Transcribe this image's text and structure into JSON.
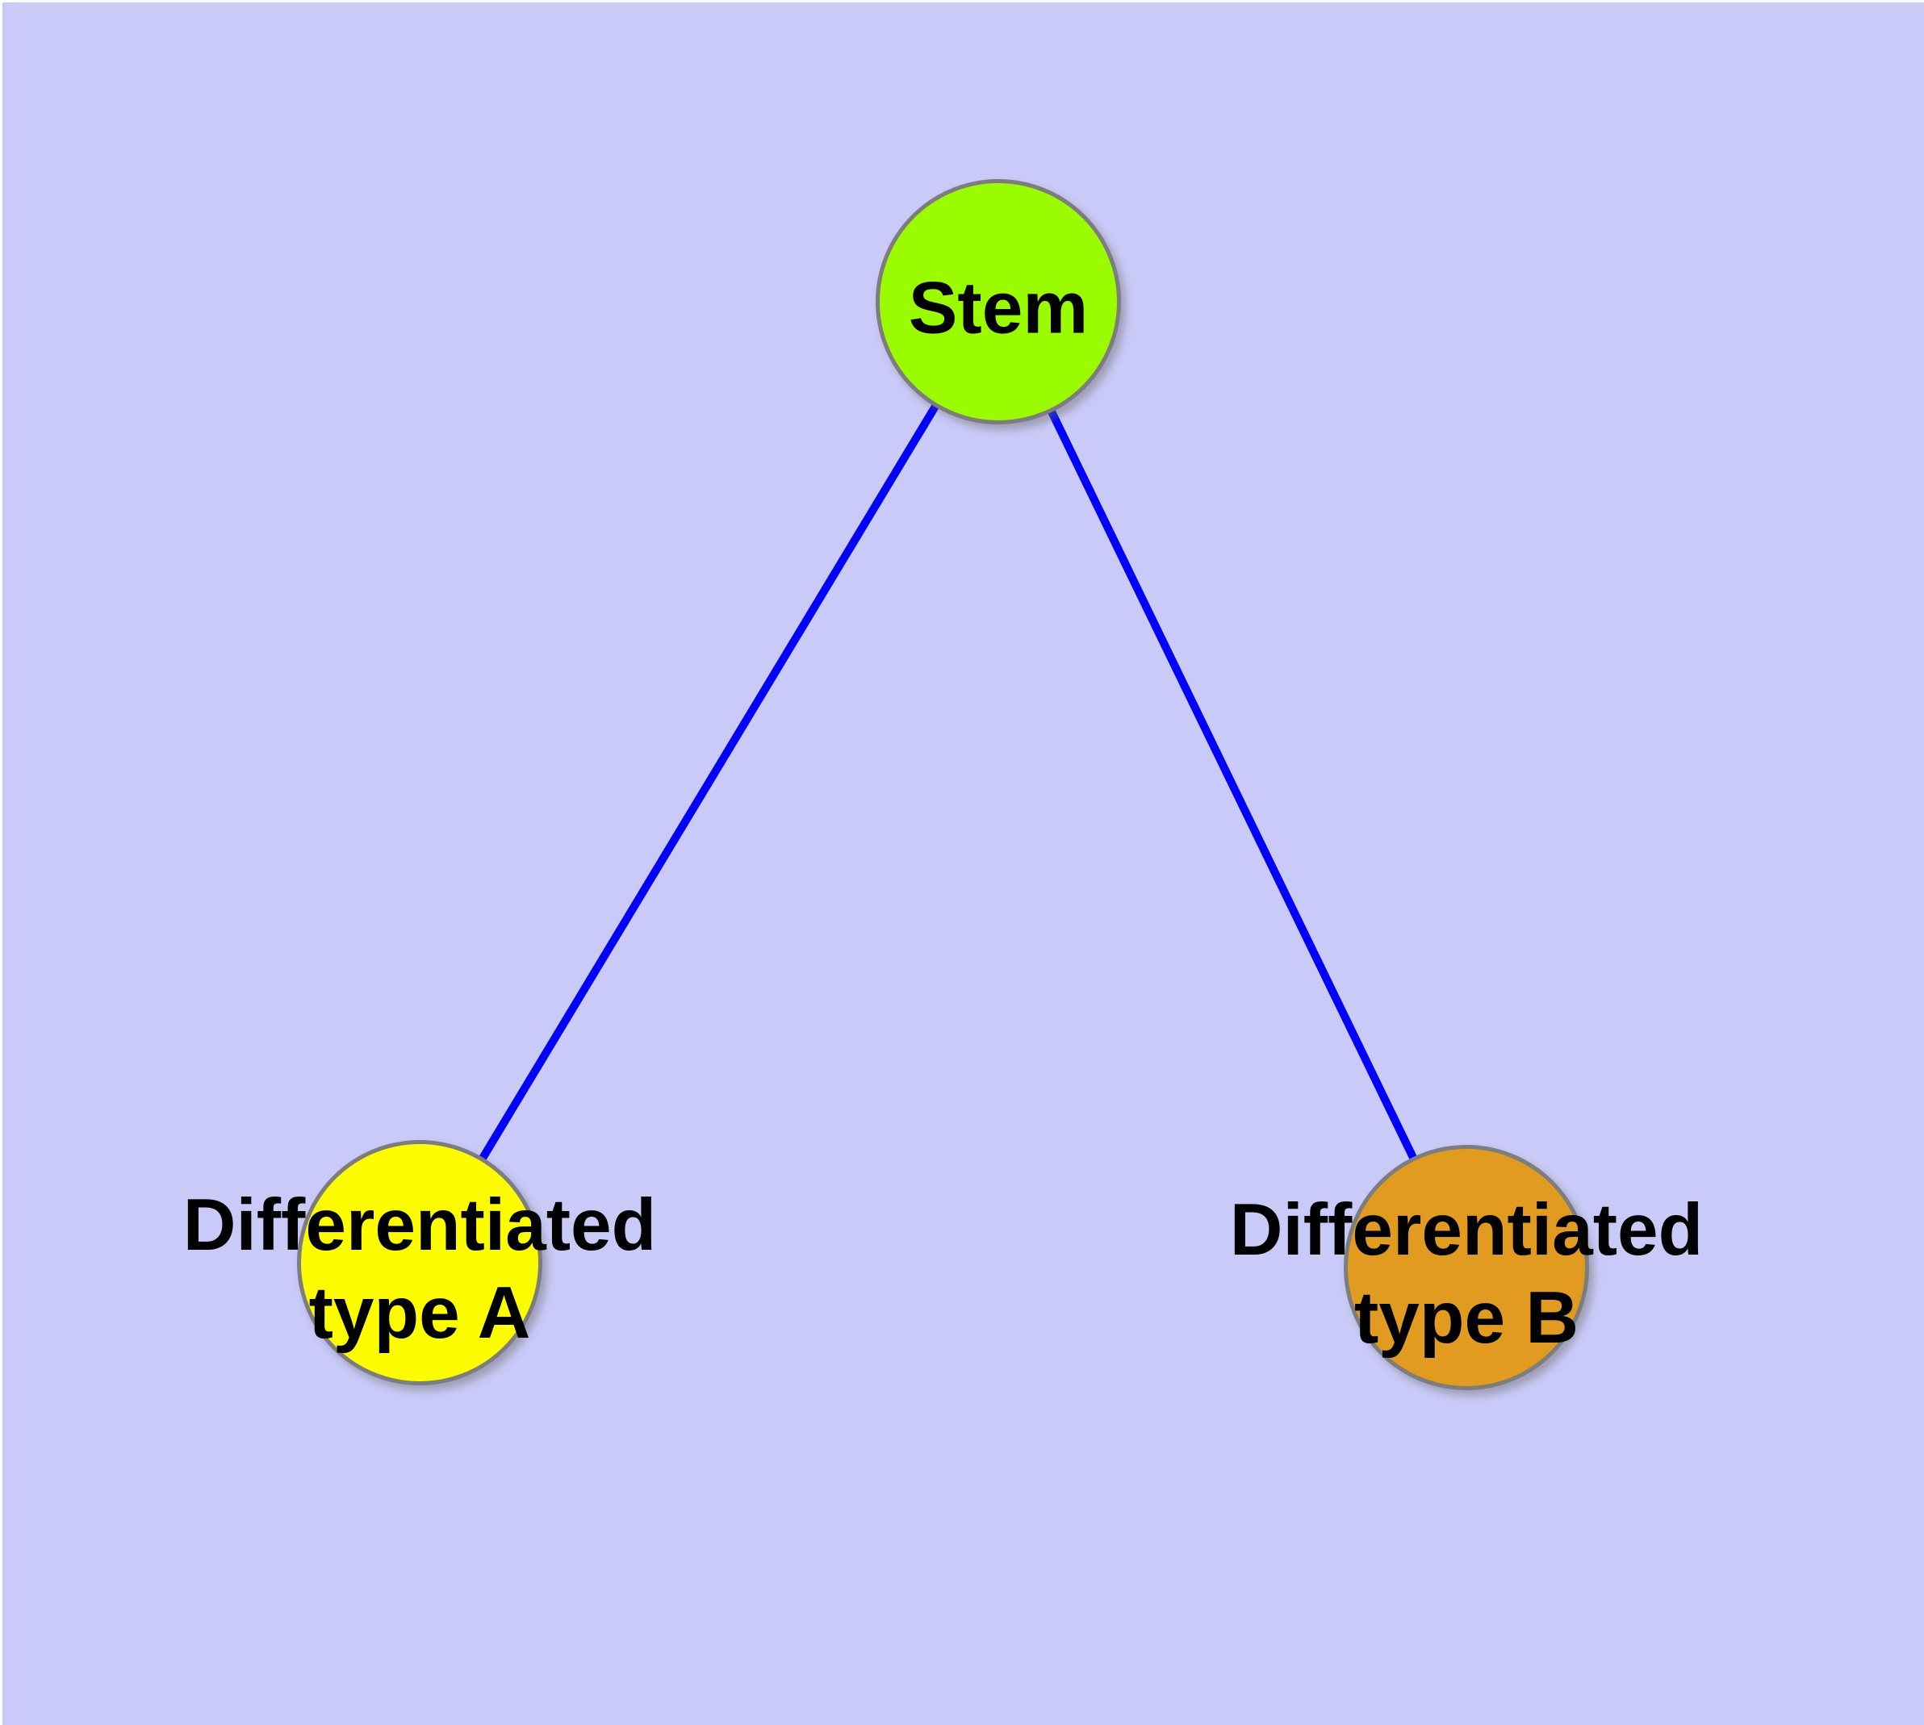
{
  "diagram": {
    "type": "node-link-graph",
    "background_color": "#cacaf8",
    "margin_color": "#ffffff",
    "edge_color": "#0000fb",
    "node_border_color": "#7d7d7d",
    "label_color": "#000000",
    "nodes": [
      {
        "id": "stem",
        "label": "Stem",
        "fill_color": "#9bfb00"
      },
      {
        "id": "differentiated-type-a",
        "label": "Differentiated\ntype A",
        "fill_color": "#fdfd00"
      },
      {
        "id": "differentiated-type-b",
        "label": "Differentiated\ntype B",
        "fill_color": "#e19b20"
      }
    ],
    "edges": [
      {
        "from": "Stem",
        "to": "Differentiated type A"
      },
      {
        "from": "Stem",
        "to": "Differentiated type B"
      }
    ]
  }
}
